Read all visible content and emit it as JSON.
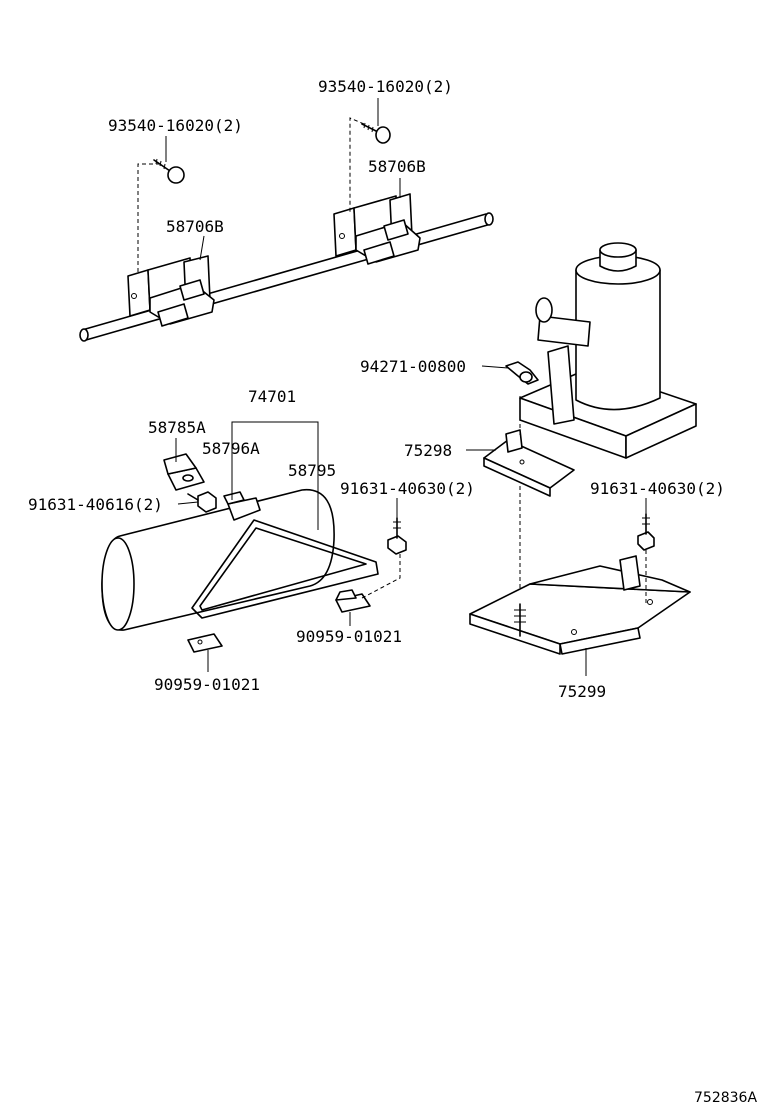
{
  "labels": {
    "screw_right": "93540-16020(2)",
    "screw_left": "93540-16020(2)",
    "bracket_right": "58706B",
    "bracket_left": "58706B",
    "wing_bolt": "94271-00800",
    "jack_bag_set": "74701",
    "holder_a": "58785A",
    "holder_b": "58796A",
    "band": "58795",
    "bolt_left": "91631-40616(2)",
    "bolt_mid": "91631-40630(2)",
    "bolt_right": "91631-40630(2)",
    "jack_plate": "75298",
    "clip_right": "90959-01021",
    "clip_left": "90959-01021",
    "jack_bracket": "75299",
    "reference": "752836A"
  }
}
